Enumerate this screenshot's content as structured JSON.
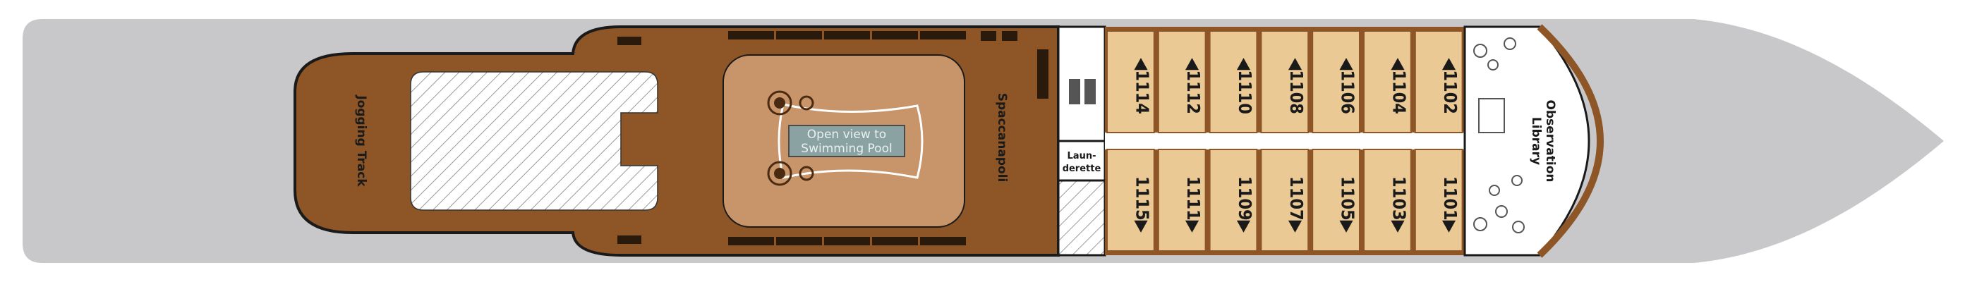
{
  "deck": {
    "labels": {
      "jogging_track": "Jogging Track",
      "pool": "Open view to Swimming Pool",
      "spaccanapoli": "Spaccanapoli",
      "launderette": "Laun-derette",
      "observation_library": "Observation Library"
    },
    "cabins_top": [
      "1114",
      "1112",
      "1110",
      "1108",
      "1106",
      "1104",
      "1102"
    ],
    "cabins_bottom": [
      "1115",
      "1111",
      "1109",
      "1107",
      "1105",
      "1103",
      "1101"
    ],
    "colors": {
      "hull": "#c8c8cb",
      "deck_wood": "#8e5526",
      "pool_area": "#c8956a",
      "cabin_fill": "#ebc994",
      "cabin_border": "#8e5526",
      "water": "#8aa3a2"
    }
  }
}
